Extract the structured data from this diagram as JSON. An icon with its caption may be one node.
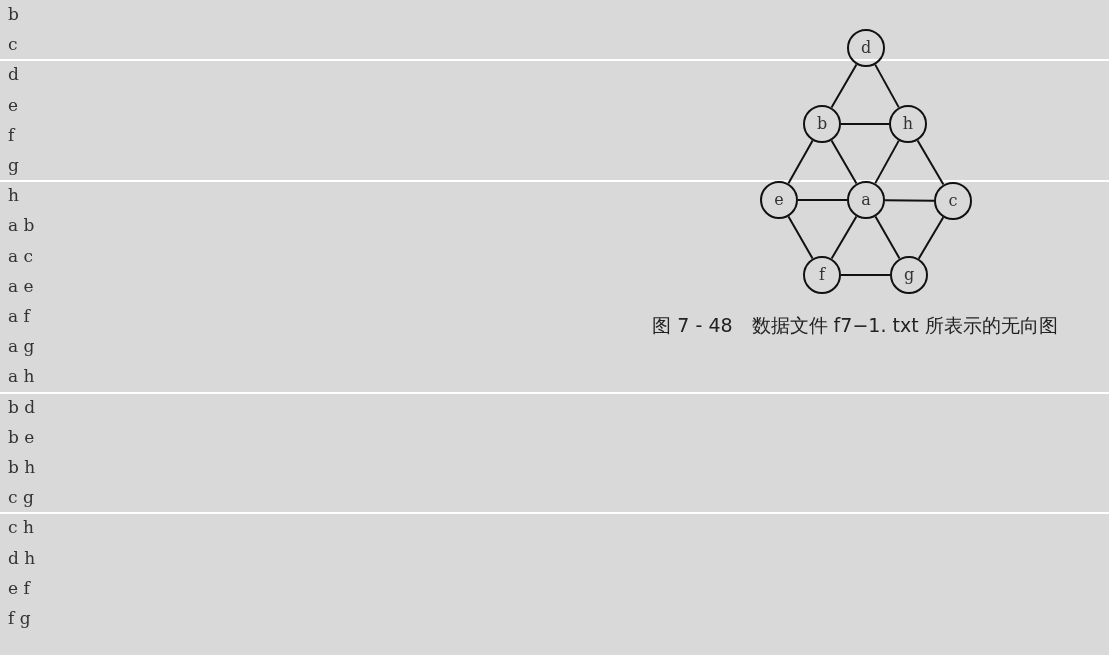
{
  "diagram": {
    "caption": "图 7 - 48　数据文件 f7−1. txt 所表示的无向图",
    "nodes": [
      {
        "text": [
          "d"
        ]
      },
      {
        "text": [
          "b"
        ]
      },
      {
        "text": [
          "h"
        ]
      },
      {
        "text": [
          "e"
        ]
      },
      {
        "text": [
          "a"
        ]
      },
      {
        "text": [
          "c"
        ]
      },
      {
        "text": [
          "f"
        ]
      },
      {
        "text": [
          "g"
        ]
      }
    ],
    "edges": [
      {
        "from": 4,
        "to": 1,
        "arrow": "none"
      },
      {
        "from": 4,
        "to": 5,
        "arrow": "none"
      },
      {
        "from": 4,
        "to": 3,
        "arrow": "none"
      },
      {
        "from": 4,
        "to": 6,
        "arrow": "none"
      },
      {
        "from": 4,
        "to": 7,
        "arrow": "none"
      },
      {
        "from": 4,
        "to": 2,
        "arrow": "none"
      },
      {
        "from": 1,
        "to": 0,
        "arrow": "none"
      },
      {
        "from": 1,
        "to": 3,
        "arrow": "none"
      },
      {
        "from": 1,
        "to": 2,
        "arrow": "none"
      },
      {
        "from": 5,
        "to": 7,
        "arrow": "none"
      },
      {
        "from": 5,
        "to": 2,
        "arrow": "none"
      },
      {
        "from": 0,
        "to": 2,
        "arrow": "none"
      },
      {
        "from": 3,
        "to": 6,
        "arrow": "none"
      },
      {
        "from": 6,
        "to": 7,
        "arrow": "none"
      }
    ],
    "labels": [
      "b",
      "c",
      "d",
      "e",
      "f",
      "g",
      "h",
      "a b",
      "a c",
      "a e",
      "a f",
      "a g",
      "a h",
      "b d",
      "b e",
      "b h",
      "c g",
      "c h",
      "d h",
      "e f",
      "f g"
    ]
  }
}
